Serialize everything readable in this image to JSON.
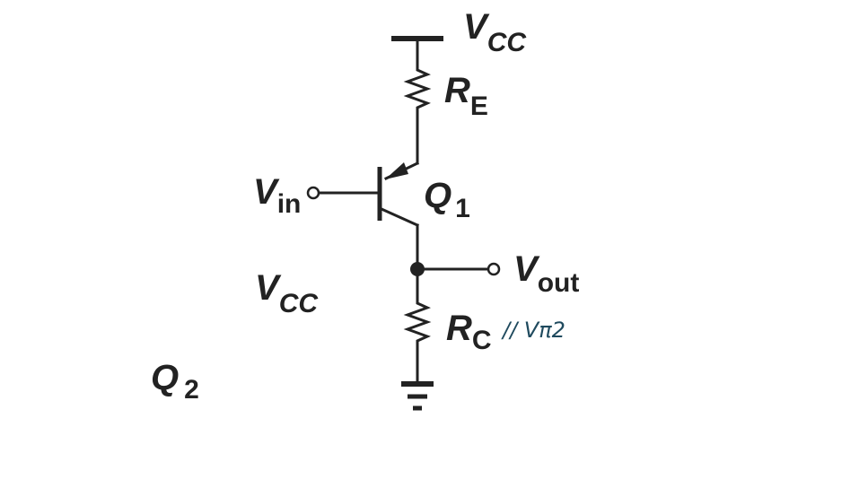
{
  "labels": {
    "vcc_top_main": "V",
    "vcc_top_sub": "CC",
    "re_main": "R",
    "re_sub": "E",
    "vin_main": "V",
    "vin_sub": "in",
    "q1_main": "Q",
    "q1_sub": "1",
    "vout_main": "V",
    "vout_sub": "out",
    "rc_main": "R",
    "rc_sub": "C",
    "vcc_left_main": "V",
    "vcc_left_sub": "CC",
    "q2_main": "Q",
    "q2_sub": "2"
  },
  "annotation": {
    "handwritten": "// Vπ2"
  },
  "colors": {
    "ink": "#222222",
    "handwriting": "#1f4a5e"
  }
}
